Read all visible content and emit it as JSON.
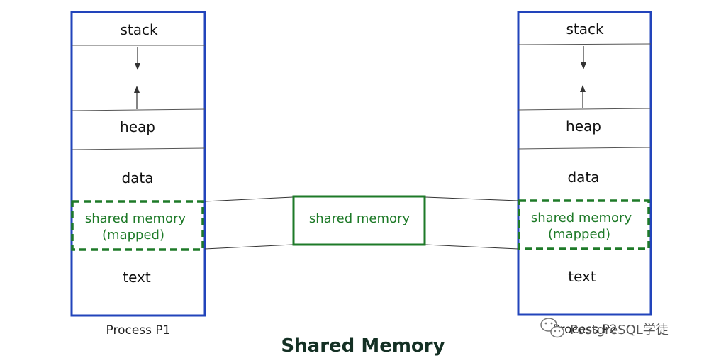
{
  "diagram": {
    "title": "Shared Memory",
    "process1": {
      "caption": "Process P1",
      "segments": [
        "stack",
        "heap",
        "data"
      ],
      "shared": [
        "shared memory",
        "(mapped)"
      ],
      "text": "text"
    },
    "process2": {
      "caption": "Process P2",
      "segments": [
        "stack",
        "heap",
        "data"
      ],
      "shared": [
        "shared memory",
        "(mapped)"
      ],
      "text": "text"
    },
    "central": {
      "label": "shared memory"
    },
    "watermark": {
      "text": "PostgreSQL学徒"
    },
    "colors": {
      "process_border": "#2244bb",
      "shared": "#1e7a28",
      "lines": "#333333"
    }
  }
}
